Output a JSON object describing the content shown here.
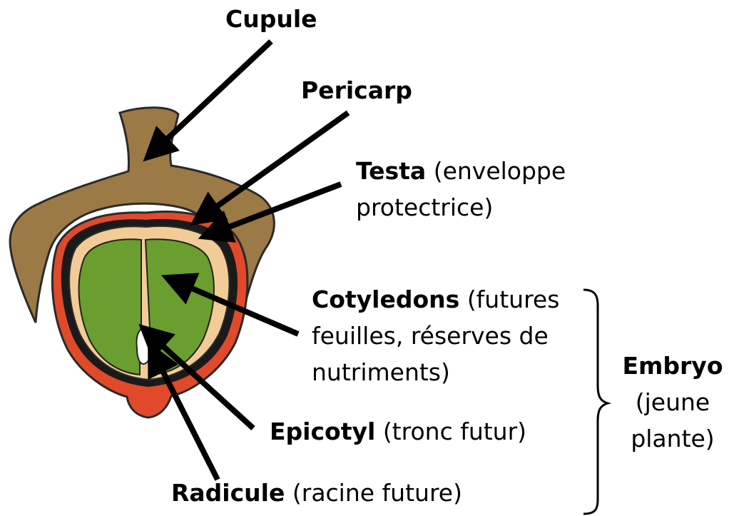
{
  "labels": {
    "cupule": "Cupule",
    "pericarp": "Pericarp",
    "testa": {
      "name": "Testa",
      "desc_line1": "(enveloppe",
      "desc_line2": "protectrice)"
    },
    "cotyledons": {
      "name": "Cotyledons",
      "desc_line1": "(futures",
      "line2": "feuilles, réserves de",
      "line3": "nutriments)"
    },
    "epicotyl": {
      "name": "Epicotyl",
      "desc": "(tronc futur)"
    },
    "radicule": {
      "name": "Radicule",
      "desc": "(racine future)"
    },
    "embryo": {
      "name": "Embryo",
      "line2": "(jeune",
      "line3": "plante)"
    }
  },
  "colors": {
    "cupule": "#9c7a45",
    "pericarp": "#e04a2a",
    "testa_ring": "#1a1a1a",
    "endosperm": "#f2cc96",
    "cotyledon": "#6a9e2e",
    "outline": "#222222",
    "arrow": "#000000"
  }
}
